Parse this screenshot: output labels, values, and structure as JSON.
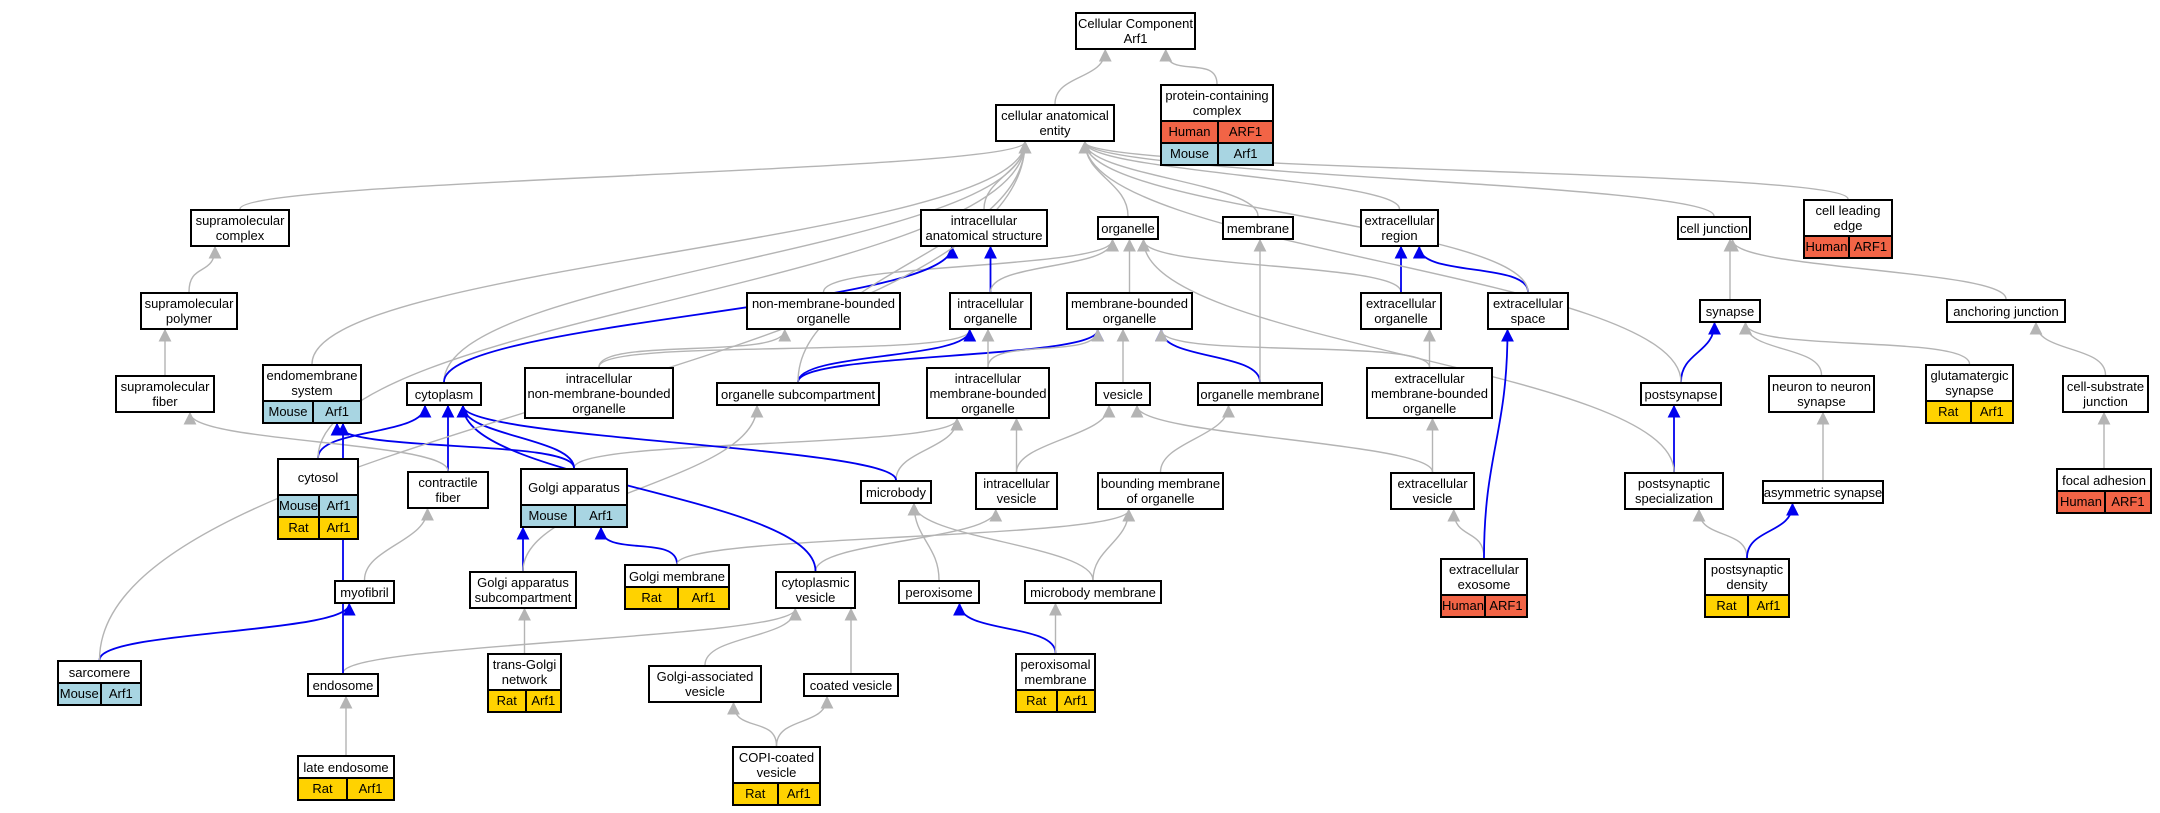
{
  "colors": {
    "Human": "#f26446",
    "Mouse": "#a8d5e2",
    "Rat": "#ffd200",
    "edge_blue": "#0000ee",
    "edge_gray": "#b4b4b4"
  },
  "nodes": [
    {
      "id": "cc",
      "label": "Cellular Component\nArf1"
    },
    {
      "id": "pcc",
      "label": "protein-containing\ncomplex",
      "annotations": [
        {
          "species": "Human",
          "gene": "ARF1"
        },
        {
          "species": "Mouse",
          "gene": "Arf1"
        }
      ]
    },
    {
      "id": "cae",
      "label": "cellular anatomical\nentity"
    },
    {
      "id": "smc",
      "label": "supramolecular\ncomplex"
    },
    {
      "id": "ias",
      "label": "intracellular\nanatomical structure"
    },
    {
      "id": "org",
      "label": "organelle"
    },
    {
      "id": "mem",
      "label": "membrane"
    },
    {
      "id": "exr",
      "label": "extracellular\nregion"
    },
    {
      "id": "cj",
      "label": "cell junction"
    },
    {
      "id": "cle",
      "label": "cell leading\nedge",
      "annotations": [
        {
          "species": "Human",
          "gene": "ARF1"
        }
      ]
    },
    {
      "id": "smp",
      "label": "supramolecular\npolymer"
    },
    {
      "id": "nmbo",
      "label": "non-membrane-bounded\norganelle"
    },
    {
      "id": "io",
      "label": "intracellular\norganelle"
    },
    {
      "id": "mbo",
      "label": "membrane-bounded\norganelle"
    },
    {
      "id": "exo",
      "label": "extracellular\norganelle"
    },
    {
      "id": "exs",
      "label": "extracellular\nspace"
    },
    {
      "id": "syn",
      "label": "synapse"
    },
    {
      "id": "aj",
      "label": "anchoring junction"
    },
    {
      "id": "smf",
      "label": "supramolecular\nfiber"
    },
    {
      "id": "ems",
      "label": "endomembrane\nsystem",
      "annotations": [
        {
          "species": "Mouse",
          "gene": "Arf1"
        }
      ]
    },
    {
      "id": "cyt",
      "label": "cytoplasm"
    },
    {
      "id": "inmbo",
      "label": "intracellular\nnon-membrane-bounded\norganelle"
    },
    {
      "id": "osc",
      "label": "organelle subcompartment"
    },
    {
      "id": "imbo",
      "label": "intracellular\nmembrane-bounded\norganelle"
    },
    {
      "id": "ves",
      "label": "vesicle"
    },
    {
      "id": "om",
      "label": "organelle membrane"
    },
    {
      "id": "embo",
      "label": "extracellular\nmembrane-bounded\norganelle"
    },
    {
      "id": "ps",
      "label": "postsynapse"
    },
    {
      "id": "nns",
      "label": "neuron to neuron\nsynapse"
    },
    {
      "id": "gs",
      "label": "glutamatergic\nsynapse",
      "annotations": [
        {
          "species": "Rat",
          "gene": "Arf1"
        }
      ]
    },
    {
      "id": "csj",
      "label": "cell-substrate\njunction"
    },
    {
      "id": "cytosol",
      "label": "cytosol",
      "annotations": [
        {
          "species": "Mouse",
          "gene": "Arf1"
        },
        {
          "species": "Rat",
          "gene": "Arf1"
        }
      ]
    },
    {
      "id": "cf",
      "label": "contractile\nfiber"
    },
    {
      "id": "ga",
      "label": "Golgi apparatus",
      "annotations": [
        {
          "species": "Mouse",
          "gene": "Arf1"
        }
      ]
    },
    {
      "id": "mb",
      "label": "microbody"
    },
    {
      "id": "iv",
      "label": "intracellular\nvesicle"
    },
    {
      "id": "bmo",
      "label": "bounding membrane\nof organelle"
    },
    {
      "id": "ev",
      "label": "extracellular\nvesicle"
    },
    {
      "id": "pss",
      "label": "postsynaptic\nspecialization"
    },
    {
      "id": "as",
      "label": "asymmetric synapse"
    },
    {
      "id": "fa",
      "label": "focal adhesion",
      "annotations": [
        {
          "species": "Human",
          "gene": "ARF1"
        }
      ]
    },
    {
      "id": "mf",
      "label": "myofibril"
    },
    {
      "id": "gasc",
      "label": "Golgi apparatus\nsubcompartment"
    },
    {
      "id": "gm",
      "label": "Golgi membrane",
      "annotations": [
        {
          "species": "Rat",
          "gene": "Arf1"
        }
      ]
    },
    {
      "id": "cv",
      "label": "cytoplasmic\nvesicle"
    },
    {
      "id": "per",
      "label": "peroxisome"
    },
    {
      "id": "mbm",
      "label": "microbody membrane"
    },
    {
      "id": "exosome",
      "label": "extracellular\nexosome",
      "annotations": [
        {
          "species": "Human",
          "gene": "ARF1"
        }
      ]
    },
    {
      "id": "psd",
      "label": "postsynaptic\ndensity",
      "annotations": [
        {
          "species": "Rat",
          "gene": "Arf1"
        }
      ]
    },
    {
      "id": "sarc",
      "label": "sarcomere",
      "annotations": [
        {
          "species": "Mouse",
          "gene": "Arf1"
        }
      ]
    },
    {
      "id": "endo",
      "label": "endosome"
    },
    {
      "id": "tgn",
      "label": "trans-Golgi\nnetwork",
      "annotations": [
        {
          "species": "Rat",
          "gene": "Arf1"
        }
      ]
    },
    {
      "id": "gav",
      "label": "Golgi-associated\nvesicle"
    },
    {
      "id": "coat",
      "label": "coated vesicle"
    },
    {
      "id": "pm",
      "label": "peroxisomal\nmembrane",
      "annotations": [
        {
          "species": "Rat",
          "gene": "Arf1"
        }
      ]
    },
    {
      "id": "le",
      "label": "late endosome",
      "annotations": [
        {
          "species": "Rat",
          "gene": "Arf1"
        }
      ]
    },
    {
      "id": "copi",
      "label": "COPI-coated\nvesicle",
      "annotations": [
        {
          "species": "Rat",
          "gene": "Arf1"
        }
      ]
    }
  ],
  "edges": [
    {
      "from": "cae",
      "to": "cc",
      "kind": "is_a"
    },
    {
      "from": "pcc",
      "to": "cc",
      "kind": "is_a"
    },
    {
      "from": "smc",
      "to": "cae",
      "kind": "is_a"
    },
    {
      "from": "ias",
      "to": "cae",
      "kind": "is_a"
    },
    {
      "from": "org",
      "to": "cae",
      "kind": "is_a"
    },
    {
      "from": "mem",
      "to": "cae",
      "kind": "is_a"
    },
    {
      "from": "exr",
      "to": "cae",
      "kind": "is_a"
    },
    {
      "from": "cj",
      "to": "cae",
      "kind": "is_a"
    },
    {
      "from": "cle",
      "to": "cae",
      "kind": "is_a"
    },
    {
      "from": "smp",
      "to": "smc",
      "kind": "is_a"
    },
    {
      "from": "smf",
      "to": "smp",
      "kind": "is_a"
    },
    {
      "from": "nmbo",
      "to": "org",
      "kind": "is_a"
    },
    {
      "from": "io",
      "to": "ias",
      "kind": "part_of"
    },
    {
      "from": "io",
      "to": "org",
      "kind": "is_a"
    },
    {
      "from": "mbo",
      "to": "org",
      "kind": "is_a"
    },
    {
      "from": "exo",
      "to": "org",
      "kind": "is_a"
    },
    {
      "from": "exo",
      "to": "exr",
      "kind": "part_of"
    },
    {
      "from": "exs",
      "to": "exr",
      "kind": "part_of"
    },
    {
      "from": "exs",
      "to": "cae",
      "kind": "is_a"
    },
    {
      "from": "syn",
      "to": "cj",
      "kind": "is_a"
    },
    {
      "from": "aj",
      "to": "cj",
      "kind": "is_a"
    },
    {
      "from": "ems",
      "to": "cae",
      "kind": "is_a"
    },
    {
      "from": "cyt",
      "to": "cae",
      "kind": "is_a"
    },
    {
      "from": "cyt",
      "to": "ias",
      "kind": "part_of"
    },
    {
      "from": "inmbo",
      "to": "nmbo",
      "kind": "is_a"
    },
    {
      "from": "inmbo",
      "to": "io",
      "kind": "is_a"
    },
    {
      "from": "osc",
      "to": "io",
      "kind": "part_of"
    },
    {
      "from": "osc",
      "to": "mbo",
      "kind": "part_of"
    },
    {
      "from": "osc",
      "to": "cae",
      "kind": "is_a"
    },
    {
      "from": "imbo",
      "to": "io",
      "kind": "is_a"
    },
    {
      "from": "imbo",
      "to": "mbo",
      "kind": "is_a"
    },
    {
      "from": "ves",
      "to": "mbo",
      "kind": "is_a"
    },
    {
      "from": "om",
      "to": "mbo",
      "kind": "part_of"
    },
    {
      "from": "om",
      "to": "mem",
      "kind": "is_a"
    },
    {
      "from": "embo",
      "to": "exo",
      "kind": "is_a"
    },
    {
      "from": "embo",
      "to": "mbo",
      "kind": "is_a"
    },
    {
      "from": "ps",
      "to": "syn",
      "kind": "part_of"
    },
    {
      "from": "ps",
      "to": "cae",
      "kind": "is_a"
    },
    {
      "from": "nns",
      "to": "syn",
      "kind": "is_a"
    },
    {
      "from": "gs",
      "to": "syn",
      "kind": "is_a"
    },
    {
      "from": "csj",
      "to": "aj",
      "kind": "is_a"
    },
    {
      "from": "cytosol",
      "to": "cyt",
      "kind": "part_of"
    },
    {
      "from": "cytosol",
      "to": "cae",
      "kind": "is_a"
    },
    {
      "from": "cf",
      "to": "cyt",
      "kind": "part_of"
    },
    {
      "from": "cf",
      "to": "smf",
      "kind": "is_a"
    },
    {
      "from": "ga",
      "to": "imbo",
      "kind": "is_a"
    },
    {
      "from": "ga",
      "to": "cyt",
      "kind": "part_of"
    },
    {
      "from": "ga",
      "to": "ems",
      "kind": "part_of"
    },
    {
      "from": "mb",
      "to": "imbo",
      "kind": "is_a"
    },
    {
      "from": "mb",
      "to": "cyt",
      "kind": "part_of"
    },
    {
      "from": "iv",
      "to": "imbo",
      "kind": "is_a"
    },
    {
      "from": "iv",
      "to": "ves",
      "kind": "is_a"
    },
    {
      "from": "bmo",
      "to": "om",
      "kind": "is_a"
    },
    {
      "from": "ev",
      "to": "ves",
      "kind": "is_a"
    },
    {
      "from": "ev",
      "to": "embo",
      "kind": "is_a"
    },
    {
      "from": "pss",
      "to": "ps",
      "kind": "part_of"
    },
    {
      "from": "pss",
      "to": "org",
      "kind": "is_a"
    },
    {
      "from": "as",
      "to": "nns",
      "kind": "is_a"
    },
    {
      "from": "fa",
      "to": "csj",
      "kind": "is_a"
    },
    {
      "from": "mf",
      "to": "cf",
      "kind": "is_a"
    },
    {
      "from": "gasc",
      "to": "ga",
      "kind": "part_of"
    },
    {
      "from": "gasc",
      "to": "osc",
      "kind": "is_a"
    },
    {
      "from": "gm",
      "to": "ga",
      "kind": "part_of"
    },
    {
      "from": "gm",
      "to": "bmo",
      "kind": "is_a"
    },
    {
      "from": "cv",
      "to": "iv",
      "kind": "is_a"
    },
    {
      "from": "cv",
      "to": "cyt",
      "kind": "part_of"
    },
    {
      "from": "per",
      "to": "mb",
      "kind": "is_a"
    },
    {
      "from": "mbm",
      "to": "bmo",
      "kind": "is_a"
    },
    {
      "from": "mbm",
      "to": "mb",
      "kind": "is_a"
    },
    {
      "from": "exosome",
      "to": "ev",
      "kind": "is_a"
    },
    {
      "from": "exosome",
      "to": "exs",
      "kind": "part_of"
    },
    {
      "from": "psd",
      "to": "pss",
      "kind": "is_a"
    },
    {
      "from": "psd",
      "to": "as",
      "kind": "part_of"
    },
    {
      "from": "sarc",
      "to": "mf",
      "kind": "part_of"
    },
    {
      "from": "sarc",
      "to": "cae",
      "kind": "is_a"
    },
    {
      "from": "endo",
      "to": "cv",
      "kind": "is_a"
    },
    {
      "from": "endo",
      "to": "ems",
      "kind": "part_of"
    },
    {
      "from": "tgn",
      "to": "gasc",
      "kind": "is_a"
    },
    {
      "from": "gav",
      "to": "cv",
      "kind": "is_a"
    },
    {
      "from": "coat",
      "to": "cv",
      "kind": "is_a"
    },
    {
      "from": "pm",
      "to": "per",
      "kind": "part_of"
    },
    {
      "from": "pm",
      "to": "mbm",
      "kind": "is_a"
    },
    {
      "from": "le",
      "to": "endo",
      "kind": "is_a"
    },
    {
      "from": "copi",
      "to": "gav",
      "kind": "is_a"
    },
    {
      "from": "copi",
      "to": "coat",
      "kind": "is_a"
    }
  ]
}
